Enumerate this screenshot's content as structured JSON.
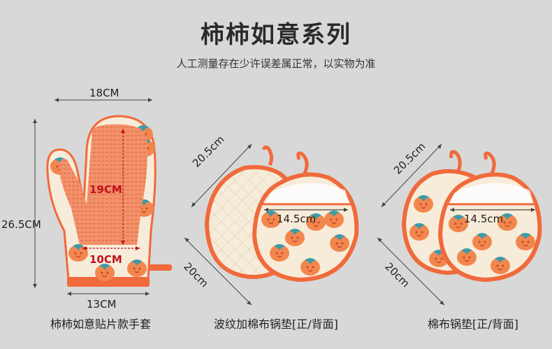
{
  "header": {
    "title": "柿柿如意系列",
    "subtitle": "人工测量存在少许误差属正常，以实物为准"
  },
  "glove": {
    "width_top": "18CM",
    "height": "26.5CM",
    "inner_length": "19CM",
    "inner_width": "10CM",
    "cuff_width": "13CM",
    "caption": "柿柿如意贴片款手套"
  },
  "pad_quilted": {
    "edge_length": "20.5cm",
    "pocket_width": "14.5cm",
    "diameter": "20cm",
    "caption": "波纹加棉布锅垫[正/背面]"
  },
  "pad_cotton": {
    "edge_length": "20.5cm",
    "pocket_width": "14.5cm",
    "diameter": "20cm",
    "caption": "棉布锅垫[正/背面]"
  },
  "colors": {
    "background": "#d8d8d8",
    "trim_orange": "#f06a3c",
    "fabric_cream": "#f7ecd9",
    "persimmon": "#f2874e",
    "leaf_teal": "#3d9aa8",
    "measure_red": "#c0121e"
  }
}
